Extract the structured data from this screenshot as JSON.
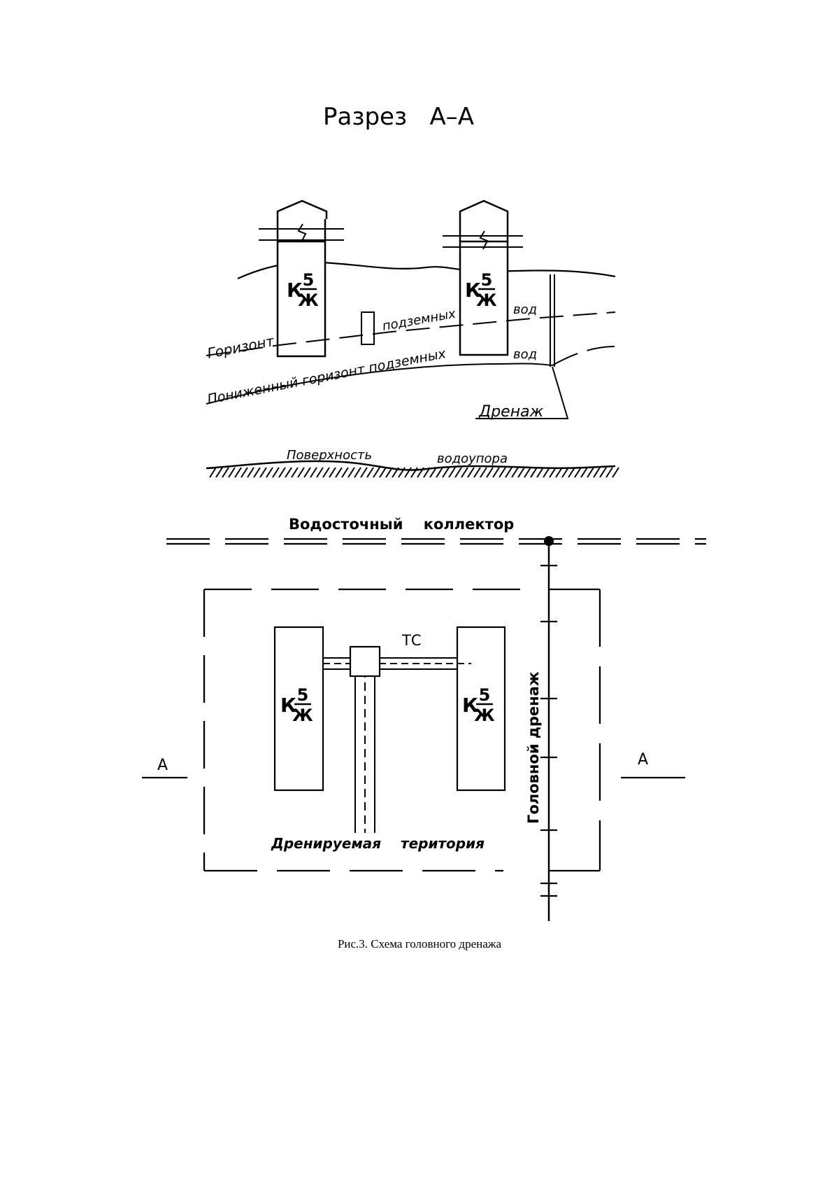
{
  "section": {
    "title": "Разрез   А–А",
    "building_k": "К",
    "building_num": "5",
    "building_den": "Ж",
    "label_gorizont": "Горизонт",
    "label_podzemnyh": "подземных",
    "label_vod_1": "вод",
    "label_vod_2": "вод",
    "label_ponizh": "Пониженный горизонт подземных",
    "label_drenazh": "Дренаж",
    "label_poverhnost": "Поверхность",
    "label_vodoupora": "водоупора"
  },
  "plan": {
    "collector": "Водосточный    коллектор",
    "tc": "ТС",
    "building_k": "К",
    "building_num": "5",
    "building_den": "Ж",
    "section_mark_left": "А",
    "section_mark_right": "А",
    "head_drain": "Головной дренаж",
    "territory": "Дренируемая    територия"
  },
  "caption": "Рис.3. Схема головного дренажа"
}
